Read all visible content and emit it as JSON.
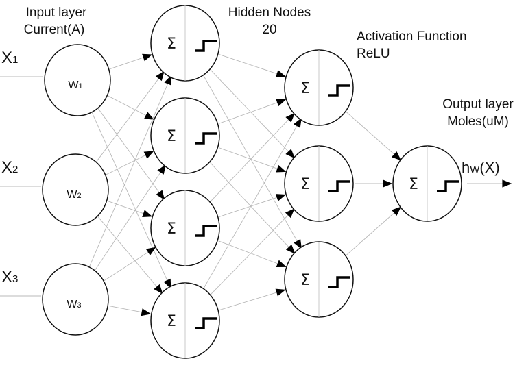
{
  "title_labels": {
    "input_layer": "Input layer",
    "input_unit": "Current(A)",
    "hidden_title": "Hidden Nodes",
    "hidden_count": "20",
    "activation_title": "Activation Function",
    "activation_name": "ReLU",
    "output_layer": "Output layer",
    "output_unit": "Moles(uM)",
    "output_symbol_main": "h",
    "output_symbol_sub": "W",
    "output_symbol_arg": "(X)"
  },
  "inputs": [
    {
      "x_label": "X",
      "x_sub": "1",
      "w_label": "W",
      "w_sub": "1"
    },
    {
      "x_label": "X",
      "x_sub": "2",
      "w_label": "W",
      "w_sub": "2"
    },
    {
      "x_label": "X",
      "x_sub": "3",
      "w_label": "W",
      "w_sub": "3"
    }
  ],
  "hidden_layer_1": {
    "node_count": 4,
    "sum_symbol": "Σ",
    "activation_icon": "step-function-icon"
  },
  "hidden_layer_2": {
    "node_count": 3,
    "sum_symbol": "Σ",
    "activation_icon": "step-function-icon"
  },
  "output_node": {
    "sum_symbol": "Σ",
    "activation_icon": "step-function-icon"
  },
  "colors": {
    "stroke": "#111111",
    "connection": "#b8b8b8",
    "divider": "#c8c8c8"
  }
}
